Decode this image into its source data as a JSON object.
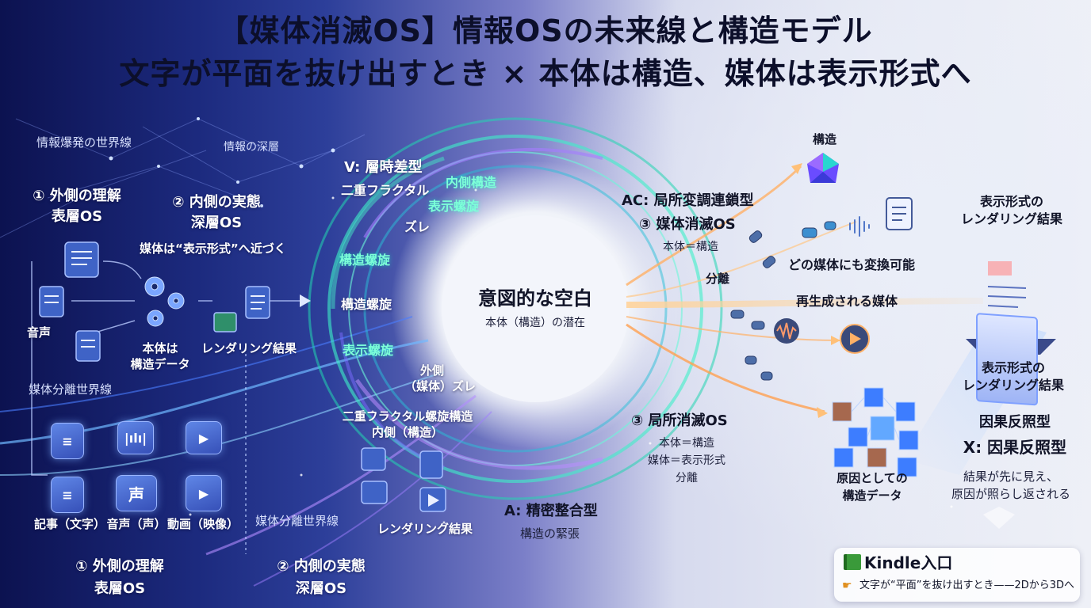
{
  "title": {
    "line1": "【媒体消滅OS】情報OSの未来線と構造モデル",
    "line2": "文字が平面を抜け出すとき × 本体は構造、媒体は表示形式へ"
  },
  "left": {
    "world_explosion": "情報爆発の世界線",
    "depth": "情報の深層",
    "outer_num": "① 外側の理解",
    "outer_os": "表層OS",
    "inner_num": "② 内側の実態",
    "inner_os": "深層OS",
    "approach": "媒体は“表示形式”へ近づく",
    "voice": "音声",
    "struct_data_1": "本体は",
    "struct_data_2": "構造データ",
    "rendering": "レンダリング結果",
    "separation_world": "媒体分離世界線",
    "separation_world_2": "媒体分離世界線",
    "voice_card": "声",
    "article": "記事（文字）",
    "voice_label": "音声（声）",
    "video": "動画（映像）",
    "bottom_outer_num": "① 外側の理解",
    "bottom_outer_os": "表層OS",
    "bottom_inner_num": "② 内側の実態",
    "bottom_inner_os": "深層OS"
  },
  "spiral": {
    "v_type": "V: 層時差型",
    "double_fractal": "二重フラクタル",
    "inner_struct": "内側構造",
    "display_spiral_top": "表示螺旋",
    "gap_top": "ズレ",
    "struct_spiral_1": "構造螺旋",
    "struct_spiral_2": "構造螺旋",
    "display_spiral_bottom": "表示螺旋",
    "outer_1": "外側",
    "outer_2": "（媒体）ズレ",
    "fractal_full_1": "二重フラクタル螺旋構造",
    "fractal_full_2": "内側（構造）",
    "rendering_bottom": "レンダリング結果",
    "a_type": "A: 精密整合型",
    "tension": "構造の緊張"
  },
  "center": {
    "title": "意図的な空白",
    "subtitle": "本体（構造）の潜在"
  },
  "right": {
    "structure": "構造",
    "ac_type": "AC: 局所変調連鎖型",
    "media_extinct": "③ 媒体消滅OS",
    "body_equals_struct": "本体＝構造",
    "separation": "分離",
    "convertible": "どの媒体にも変換可能",
    "regenerated": "再生成される媒体",
    "render_top_1": "表示形式の",
    "render_top_2": "レンダリング結果",
    "render_mid_1": "表示形式の",
    "render_mid_2": "レンダリング結果",
    "local_extinct": "③ 局所消滅OS",
    "local_body": "本体＝構造",
    "local_media": "媒体＝表示形式",
    "local_sep": "分離",
    "cause_1": "原因としての",
    "cause_2": "構造データ",
    "causal_head": "因果反照型",
    "x_type": "X: 因果反照型",
    "result_1": "結果が先に見え、",
    "result_2": "原因が照らし返される"
  },
  "kindle": {
    "title": "Kindle入口",
    "subtitle": "文字が“平面”を抜け出すとき——2Dから3Dへ",
    "book_icon": "book-icon",
    "hand_icon": "pointing-hand-icon"
  },
  "colors": {
    "navy": "#0c1250",
    "spiral_teal": "#2fe6c0",
    "spiral_violet": "#a57bff",
    "flow_orange": "#ffb066",
    "cube_blue": "#3d7dff"
  }
}
